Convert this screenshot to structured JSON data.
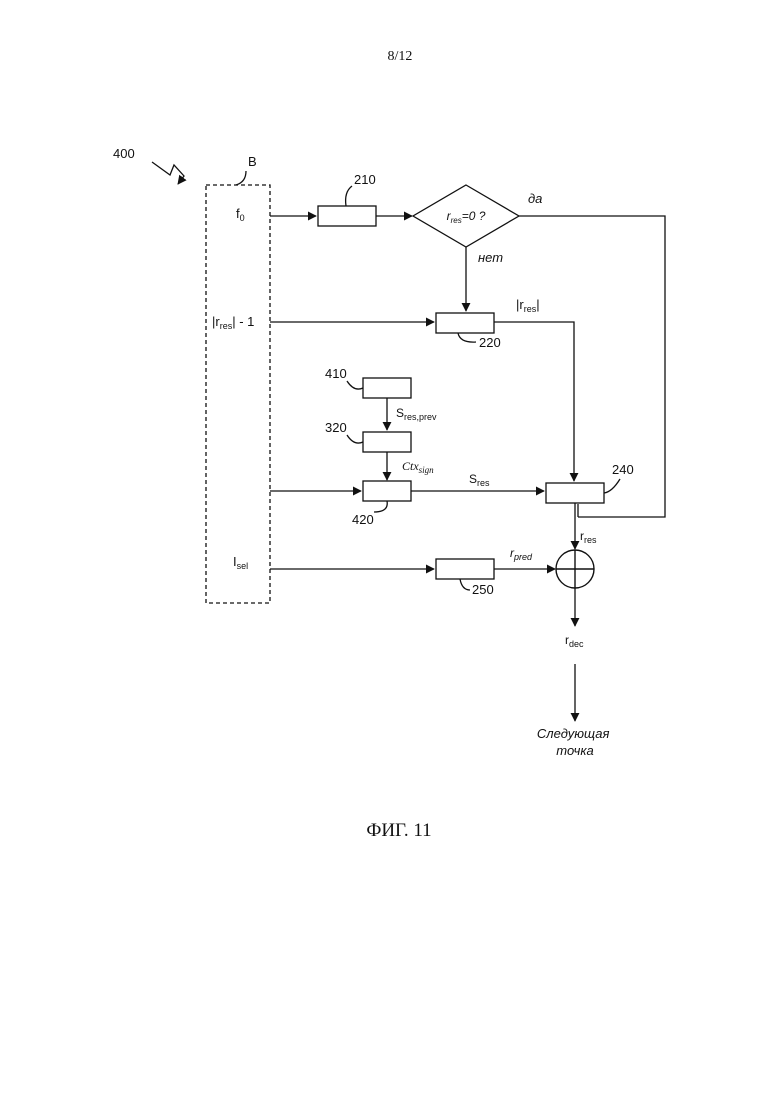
{
  "page": {
    "number": "8/12"
  },
  "figure": {
    "caption": "ФИГ. 11",
    "ref": "400"
  },
  "block": {
    "label": "B"
  },
  "inputs": {
    "f0": {
      "main": "f",
      "sub": "0"
    },
    "rres_abs_minus1": {
      "pre": "|r",
      "sub": "res",
      "post": "| - 1"
    },
    "isel": {
      "main": "I",
      "sub": "sel"
    }
  },
  "blocks": {
    "b210": "210",
    "b220": "220",
    "b240": "240",
    "b250": "250",
    "b320": "320",
    "b410": "410",
    "b420": "420"
  },
  "decision": {
    "pre": "r",
    "sub": "res",
    "post": "=0 ?",
    "yes": "да",
    "no": "нет"
  },
  "signals": {
    "rres_abs": {
      "pre": "|r",
      "sub": "res",
      "post": "|"
    },
    "sres_prev": {
      "main": "S",
      "sub": "res,prev"
    },
    "ctx_sign": {
      "main": "Ctx",
      "sub": "sign"
    },
    "sres": {
      "main": "S",
      "sub": "res"
    },
    "rres": {
      "main": "r",
      "sub": "res"
    },
    "rpred": {
      "main": "r",
      "sub": "pred"
    },
    "rdec": {
      "main": "r",
      "sub": "dec"
    }
  },
  "output": {
    "line1": "Следующая",
    "line2": "точка"
  },
  "symbols": {
    "adder": "plus-in-circle"
  }
}
